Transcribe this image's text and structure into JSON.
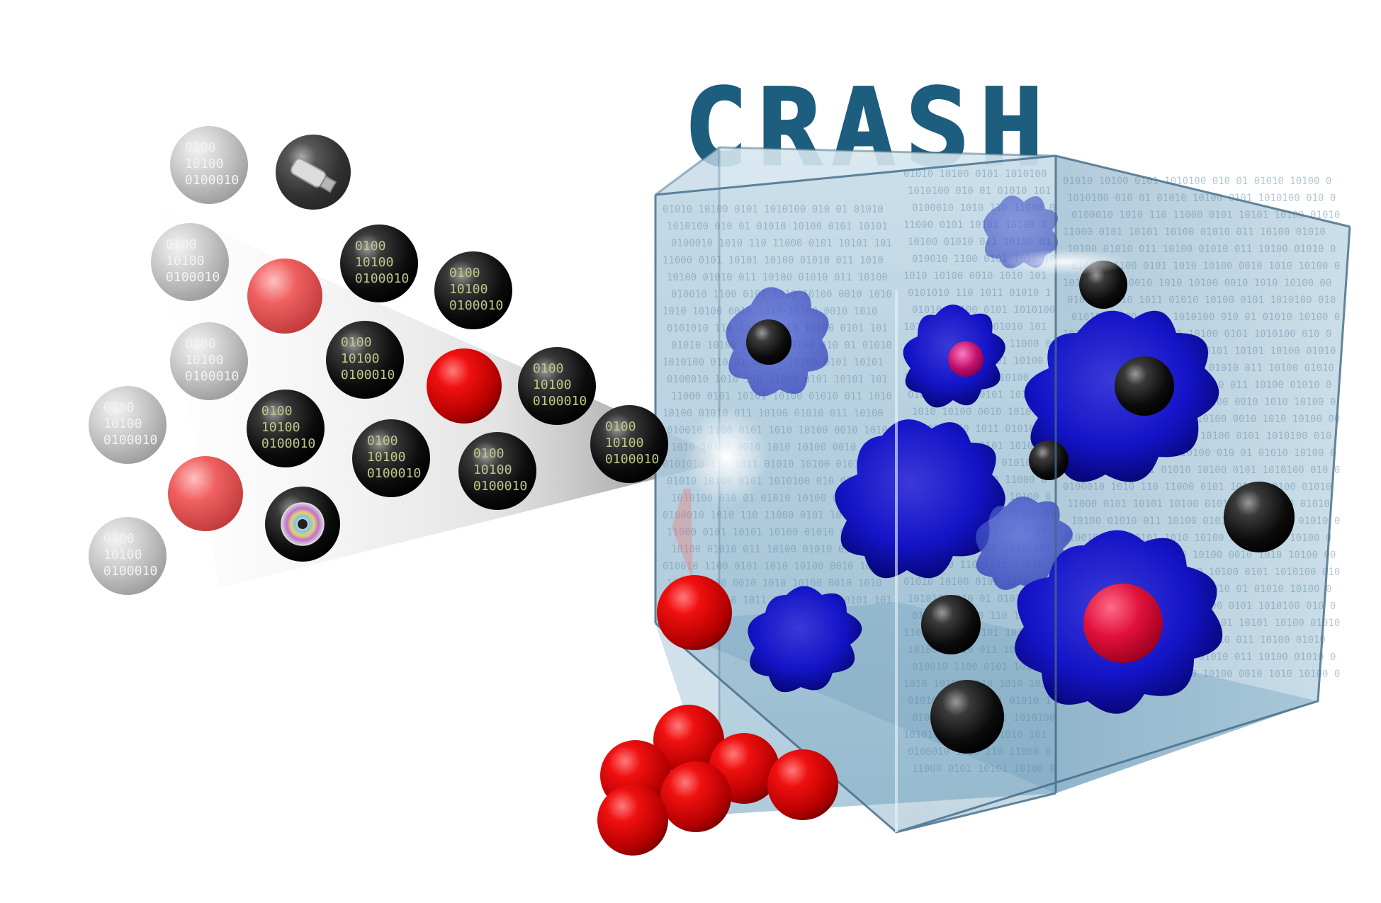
{
  "logo": {
    "text": "CRASH",
    "color": "#1d5d7d"
  },
  "binary_label": {
    "line1": "0100",
    "line2": "10100",
    "line3": "0100010"
  },
  "colors": {
    "red": "#e00000",
    "black": "#1a1a1a",
    "grey": "#bdbdbd",
    "cube_tint": "#8fb6cf",
    "blob_blue": "#1a1fd6",
    "cube_edge": "#3f6a86",
    "binary_green": "#b9c98a"
  },
  "icons": [
    "usb-drive-icon",
    "cd-disc-icon"
  ],
  "cube_pattern": [
    "01010 10100 0101",
    "1010100 010 01",
    "0100010 1010 110",
    "11000 0101 10101",
    "10100 01010 011",
    "010010 1100 0101",
    "1010 10100 0010",
    "0101010 110 1011"
  ]
}
